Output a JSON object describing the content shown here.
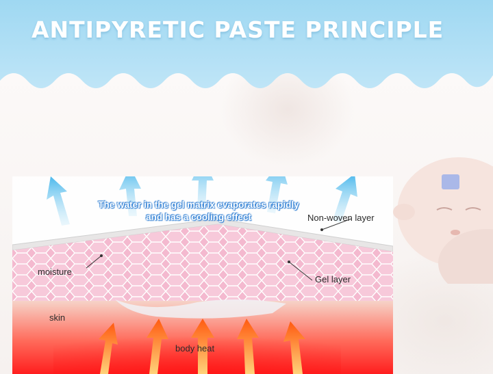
{
  "title": "ANTIPYRETIC PASTE PRINCIPLE",
  "caption": {
    "line1": "The water in the gel matrix evaporates rapidly",
    "line2": "and has a cooling effect"
  },
  "labels": {
    "non_woven": "Non-woven layer",
    "moisture": "moisture",
    "gel": "Gel layer",
    "skin": "skin",
    "body_heat": "body heat"
  },
  "colors": {
    "banner_blue": "#9fd8f2",
    "gel_pink": "#f4b9cf",
    "heat_red": "#ff1e1e",
    "arrow_blue": "#6fc6ee",
    "arrow_orange": "#ff7a10"
  }
}
